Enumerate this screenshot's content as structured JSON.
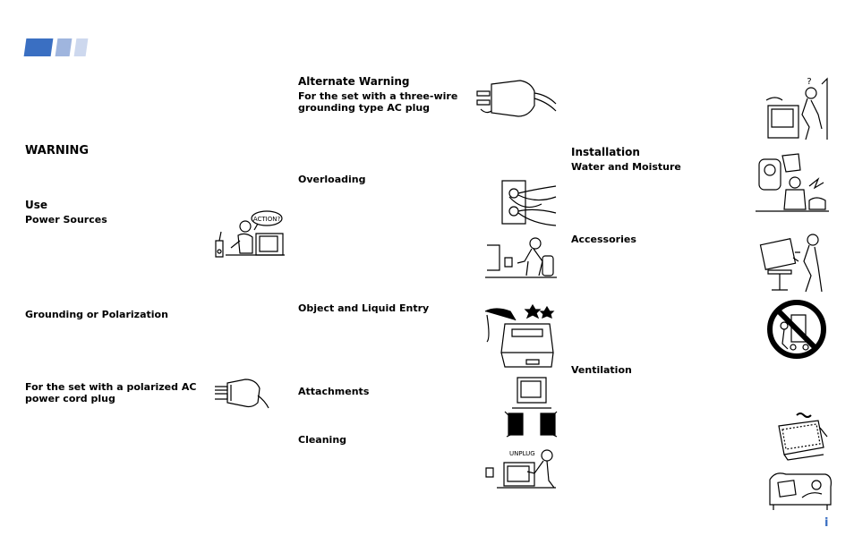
{
  "colors": {
    "tab_dark": "#3a6fc2",
    "tab_mid": "#9fb5de",
    "tab_light": "#cdd8ee",
    "page_number": "#3a6fc2"
  },
  "column1": {
    "warning_heading": "WARNING",
    "use_heading": "Use",
    "power_sources": "Power Sources",
    "grounding": "Grounding or Polarization",
    "polarized_plug_line1": "For the set with a polarized AC",
    "polarized_plug_line2": "power cord plug"
  },
  "column2": {
    "alternate_warning": "Alternate Warning",
    "three_wire_line1": "For the set with a three-wire",
    "three_wire_line2": "grounding type AC plug",
    "overloading": "Overloading",
    "object_liquid": "Object and Liquid Entry",
    "attachments": "Attachments",
    "cleaning": "Cleaning"
  },
  "column3": {
    "installation": "Installation",
    "water_moisture": "Water and Moisture",
    "accessories": "Accessories",
    "ventilation": "Ventilation"
  },
  "illustrations": {
    "tv_speech_bubble": "ACTION?",
    "unplug_label": "UNPLUG",
    "question_mark": "?"
  },
  "page_number": "i"
}
